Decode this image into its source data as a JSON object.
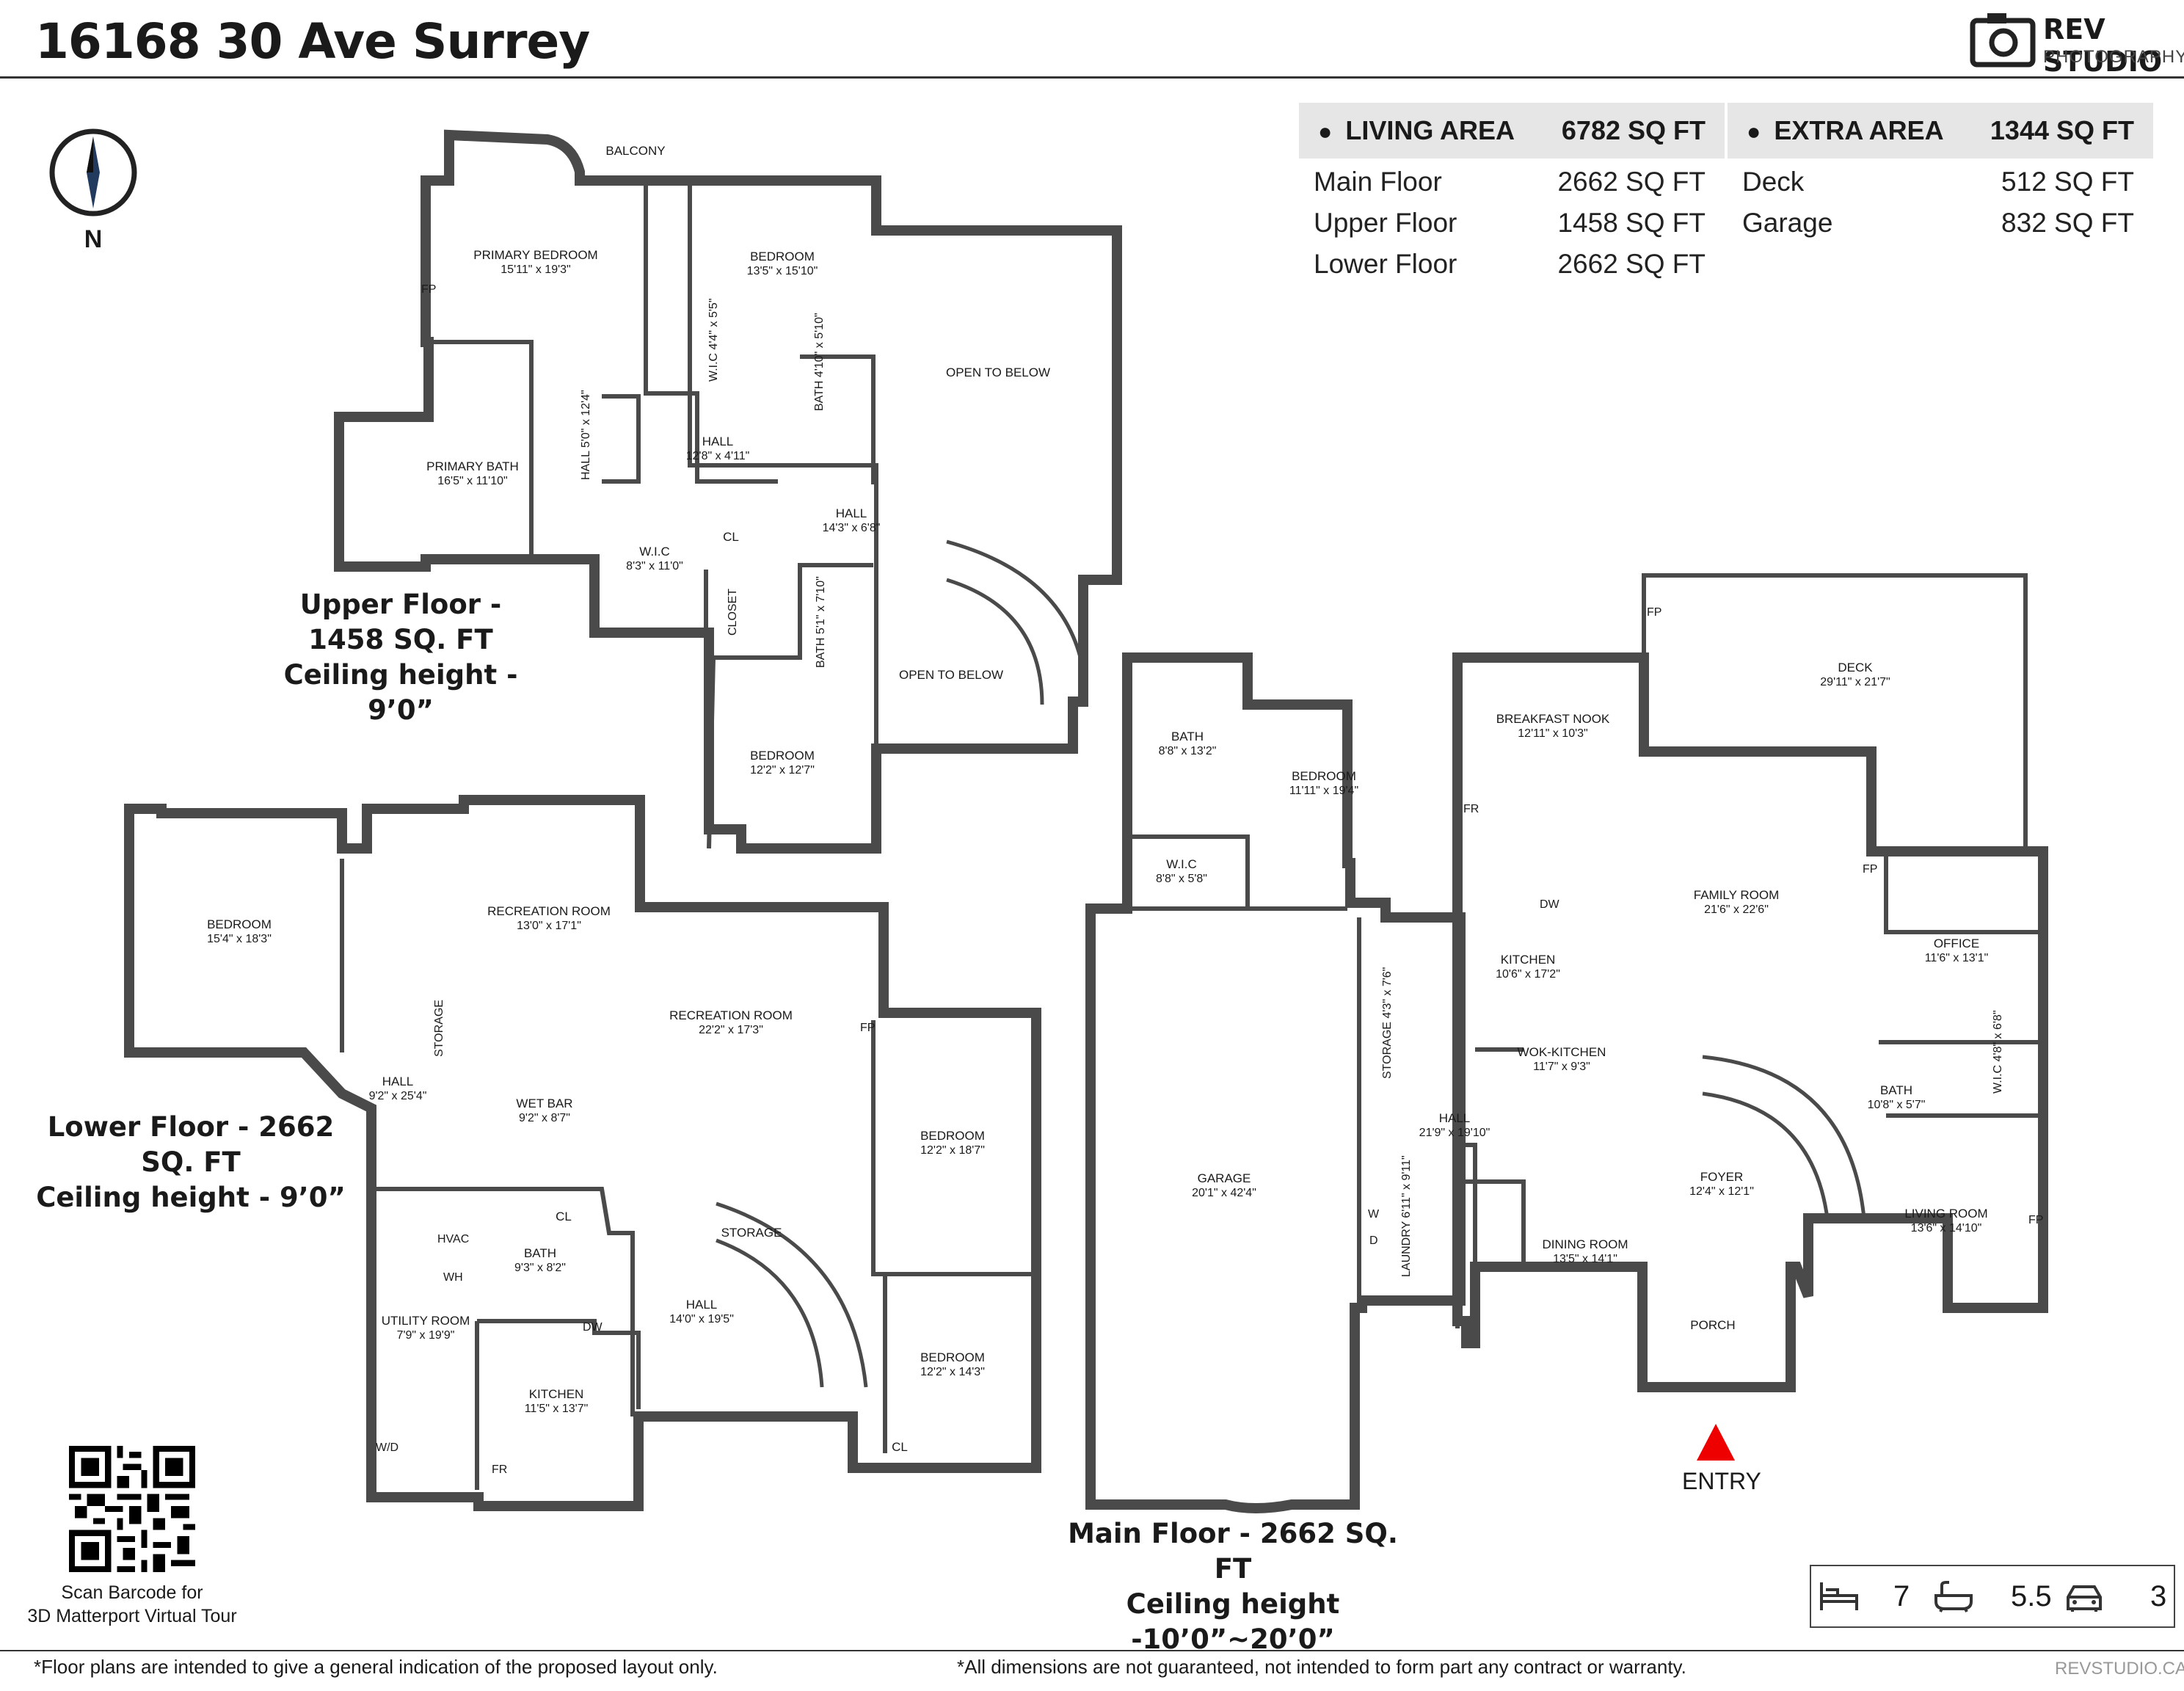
{
  "header": {
    "title": "16168 30 Ave Surrey",
    "brand_line1": "REV STUDIO",
    "brand_line2": "PHOTOGRAPHY"
  },
  "living": {
    "label": "LIVING AREA",
    "total": "6782 SQ FT",
    "rows": [
      {
        "name": "Main Floor",
        "value": "2662 SQ FT"
      },
      {
        "name": "Upper Floor",
        "value": "1458 SQ FT"
      },
      {
        "name": "Lower Floor",
        "value": "2662 SQ FT"
      }
    ]
  },
  "extra": {
    "label": "EXTRA AREA",
    "total": "1344 SQ FT",
    "rows": [
      {
        "name": "Deck",
        "value": "512 SQ FT"
      },
      {
        "name": "Garage",
        "value": "832 SQ FT"
      }
    ]
  },
  "compass": {
    "label": "N"
  },
  "floors": {
    "upper": {
      "line1": "Upper Floor - 1458 SQ. FT",
      "line2": "Ceiling height - 9’0”"
    },
    "lower": {
      "line1": "Lower Floor - 2662 SQ. FT",
      "line2": "Ceiling height - 9’0”"
    },
    "main": {
      "line1": "Main Floor - 2662 SQ. FT",
      "line2": "Ceiling height -10’0”~20’0”"
    }
  },
  "rooms": {
    "balcony": {
      "n": "BALCONY"
    },
    "primary_bedroom": {
      "n": "PRIMARY BEDROOM",
      "d": "15'11\" x 19'3\""
    },
    "upper_bedroom1": {
      "n": "BEDROOM",
      "d": "13'5\" x 15'10\""
    },
    "open_below1": {
      "n": "OPEN TO BELOW"
    },
    "open_below2": {
      "n": "OPEN TO BELOW"
    },
    "primary_bath": {
      "n": "PRIMARY BATH",
      "d": "16'5\" x 11'10\""
    },
    "upper_hall1": {
      "n": "HALL",
      "d": "12'8\" x 4'11\""
    },
    "upper_hall2": {
      "n": "HALL",
      "d": "14'3\" x 6'8\""
    },
    "upper_hall3": {
      "n": "HALL",
      "d": "5'0\" x 12'4\""
    },
    "upper_wic2": {
      "n": "W.I.C",
      "d": "8'3\" x 11'0\""
    },
    "upper_wic1": {
      "n": "W.I.C",
      "d": "4'4\" x 5'5\""
    },
    "upper_bath1": {
      "n": "BATH",
      "d": "4'10\" x 5'10\""
    },
    "upper_bath2": {
      "n": "BATH",
      "d": "5'1\" x 7'10\""
    },
    "upper_cl": {
      "n": "CL"
    },
    "upper_closet": {
      "n": "CLOSET"
    },
    "upper_bedroom2": {
      "n": "BEDROOM",
      "d": "12'2\" x 12'7\""
    },
    "lower_bedroom1": {
      "n": "BEDROOM",
      "d": "15'4\" x 18'3\""
    },
    "rec_room1": {
      "n": "RECREATION ROOM",
      "d": "13'0\" x 17'1\""
    },
    "rec_room2": {
      "n": "RECREATION ROOM",
      "d": "22'2\" x 17'3\""
    },
    "lower_storage1": {
      "n": "STORAGE"
    },
    "lower_hall1": {
      "n": "HALL",
      "d": "9'2\" x 25'4\""
    },
    "wet_bar": {
      "n": "WET BAR",
      "d": "9'2\" x 8'7\""
    },
    "lower_bedroom2": {
      "n": "BEDROOM",
      "d": "12'2\" x 18'7\""
    },
    "lower_bedroom3": {
      "n": "BEDROOM",
      "d": "12'2\" x 14'3\""
    },
    "lower_bath": {
      "n": "BATH",
      "d": "9'3\" x 8'2\""
    },
    "utility": {
      "n": "UTILITY ROOM",
      "d": "7'9\" x 19'9\""
    },
    "lower_kitchen": {
      "n": "KITCHEN",
      "d": "11'5\" x 13'7\""
    },
    "lower_hall2": {
      "n": "HALL",
      "d": "14'0\" x 19'5\""
    },
    "lower_storage2": {
      "n": "STORAGE"
    },
    "lower_cl1": {
      "n": "CL"
    },
    "lower_cl2": {
      "n": "CL"
    },
    "main_bath": {
      "n": "BATH",
      "d": "8'8\" x 13'2\""
    },
    "main_bedroom": {
      "n": "BEDROOM",
      "d": "11'11\" x 19'4\""
    },
    "main_wic": {
      "n": "W.I.C",
      "d": "8'8\" x 5'8\""
    },
    "breakfast": {
      "n": "BREAKFAST NOOK",
      "d": "12'11\" x 10'3\""
    },
    "deck": {
      "n": "DECK",
      "d": "29'11\" x 21'7\""
    },
    "family": {
      "n": "FAMILY ROOM",
      "d": "21'6\" x 22'6\""
    },
    "office": {
      "n": "OFFICE",
      "d": "11'6\" x 13'1\""
    },
    "main_kitchen": {
      "n": "KITCHEN",
      "d": "10'6\" x 17'2\""
    },
    "wok": {
      "n": "WOK-KITCHEN",
      "d": "11'7\" x 9'3\""
    },
    "main_storage": {
      "n": "STORAGE",
      "d": "4'3\" x 7'6\""
    },
    "main_hall": {
      "n": "HALL",
      "d": "21'9\" x 19'10\""
    },
    "garage": {
      "n": "GARAGE",
      "d": "20'1\" x 42'4\""
    },
    "foyer": {
      "n": "FOYER",
      "d": "12'4\" x 12'1\""
    },
    "main_bath2": {
      "n": "BATH",
      "d": "10'8\" x 5'7\""
    },
    "main_wic2": {
      "n": "W.I.C",
      "d": "4'8\" x 6'8\""
    },
    "laundry": {
      "n": "LAUNDRY",
      "d": "6'11\" x 9'11\""
    },
    "dining": {
      "n": "DINING ROOM",
      "d": "13'5\" x 14'1\""
    },
    "living_room": {
      "n": "LIVING ROOM",
      "d": "13'6\" x 14'10\""
    },
    "porch": {
      "n": "PORCH"
    }
  },
  "fixtures": {
    "fp": "FP",
    "fr": "FR",
    "dw": "DW",
    "wd": "W/D",
    "hvac": "HVAC",
    "wh": "WH",
    "w": "W",
    "d": "D"
  },
  "entry": {
    "label": "ENTRY"
  },
  "qr": {
    "line1": "Scan Barcode for",
    "line2": "3D Matterport Virtual Tour"
  },
  "stats": {
    "beds": "7",
    "baths": "5.5",
    "garage": "3"
  },
  "footer": {
    "left": "*Floor plans are intended to give a general indication of the proposed layout only.",
    "right": "*All dimensions are not guaranteed, not intended to form part any contract or warranty.",
    "site": "REVSTUDIO.CA"
  }
}
